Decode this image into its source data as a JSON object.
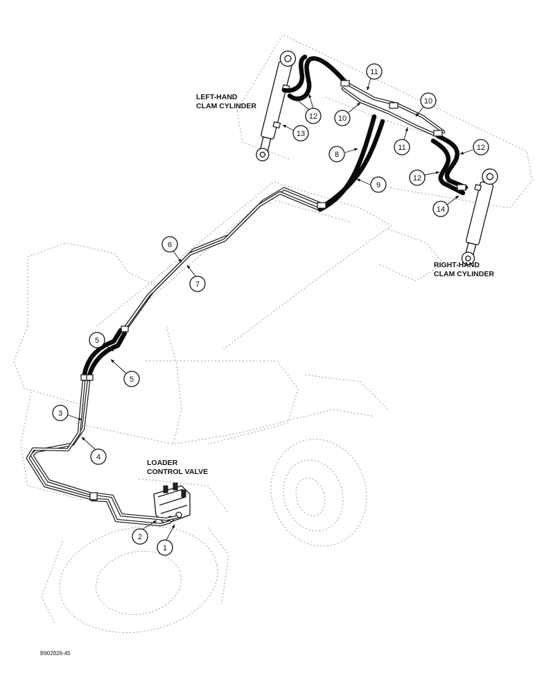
{
  "labels": {
    "left_cylinder": [
      "LEFT-HAND",
      "CLAM CYLINDER"
    ],
    "right_cylinder": [
      "RIGHT-HAND",
      "CLAM CYLINDER"
    ],
    "control_valve": [
      "LOADER",
      "CONTROL VALVE"
    ]
  },
  "callouts": [
    "1",
    "2",
    "3",
    "4",
    "5",
    "5",
    "6",
    "7",
    "8",
    "9",
    "10",
    "10",
    "11",
    "11",
    "12",
    "12",
    "12",
    "13",
    "14"
  ],
  "reference_code": "B902826-45",
  "colors": {
    "ink": "#111111",
    "ghost": "#9a9a9a",
    "background": "#ffffff"
  }
}
